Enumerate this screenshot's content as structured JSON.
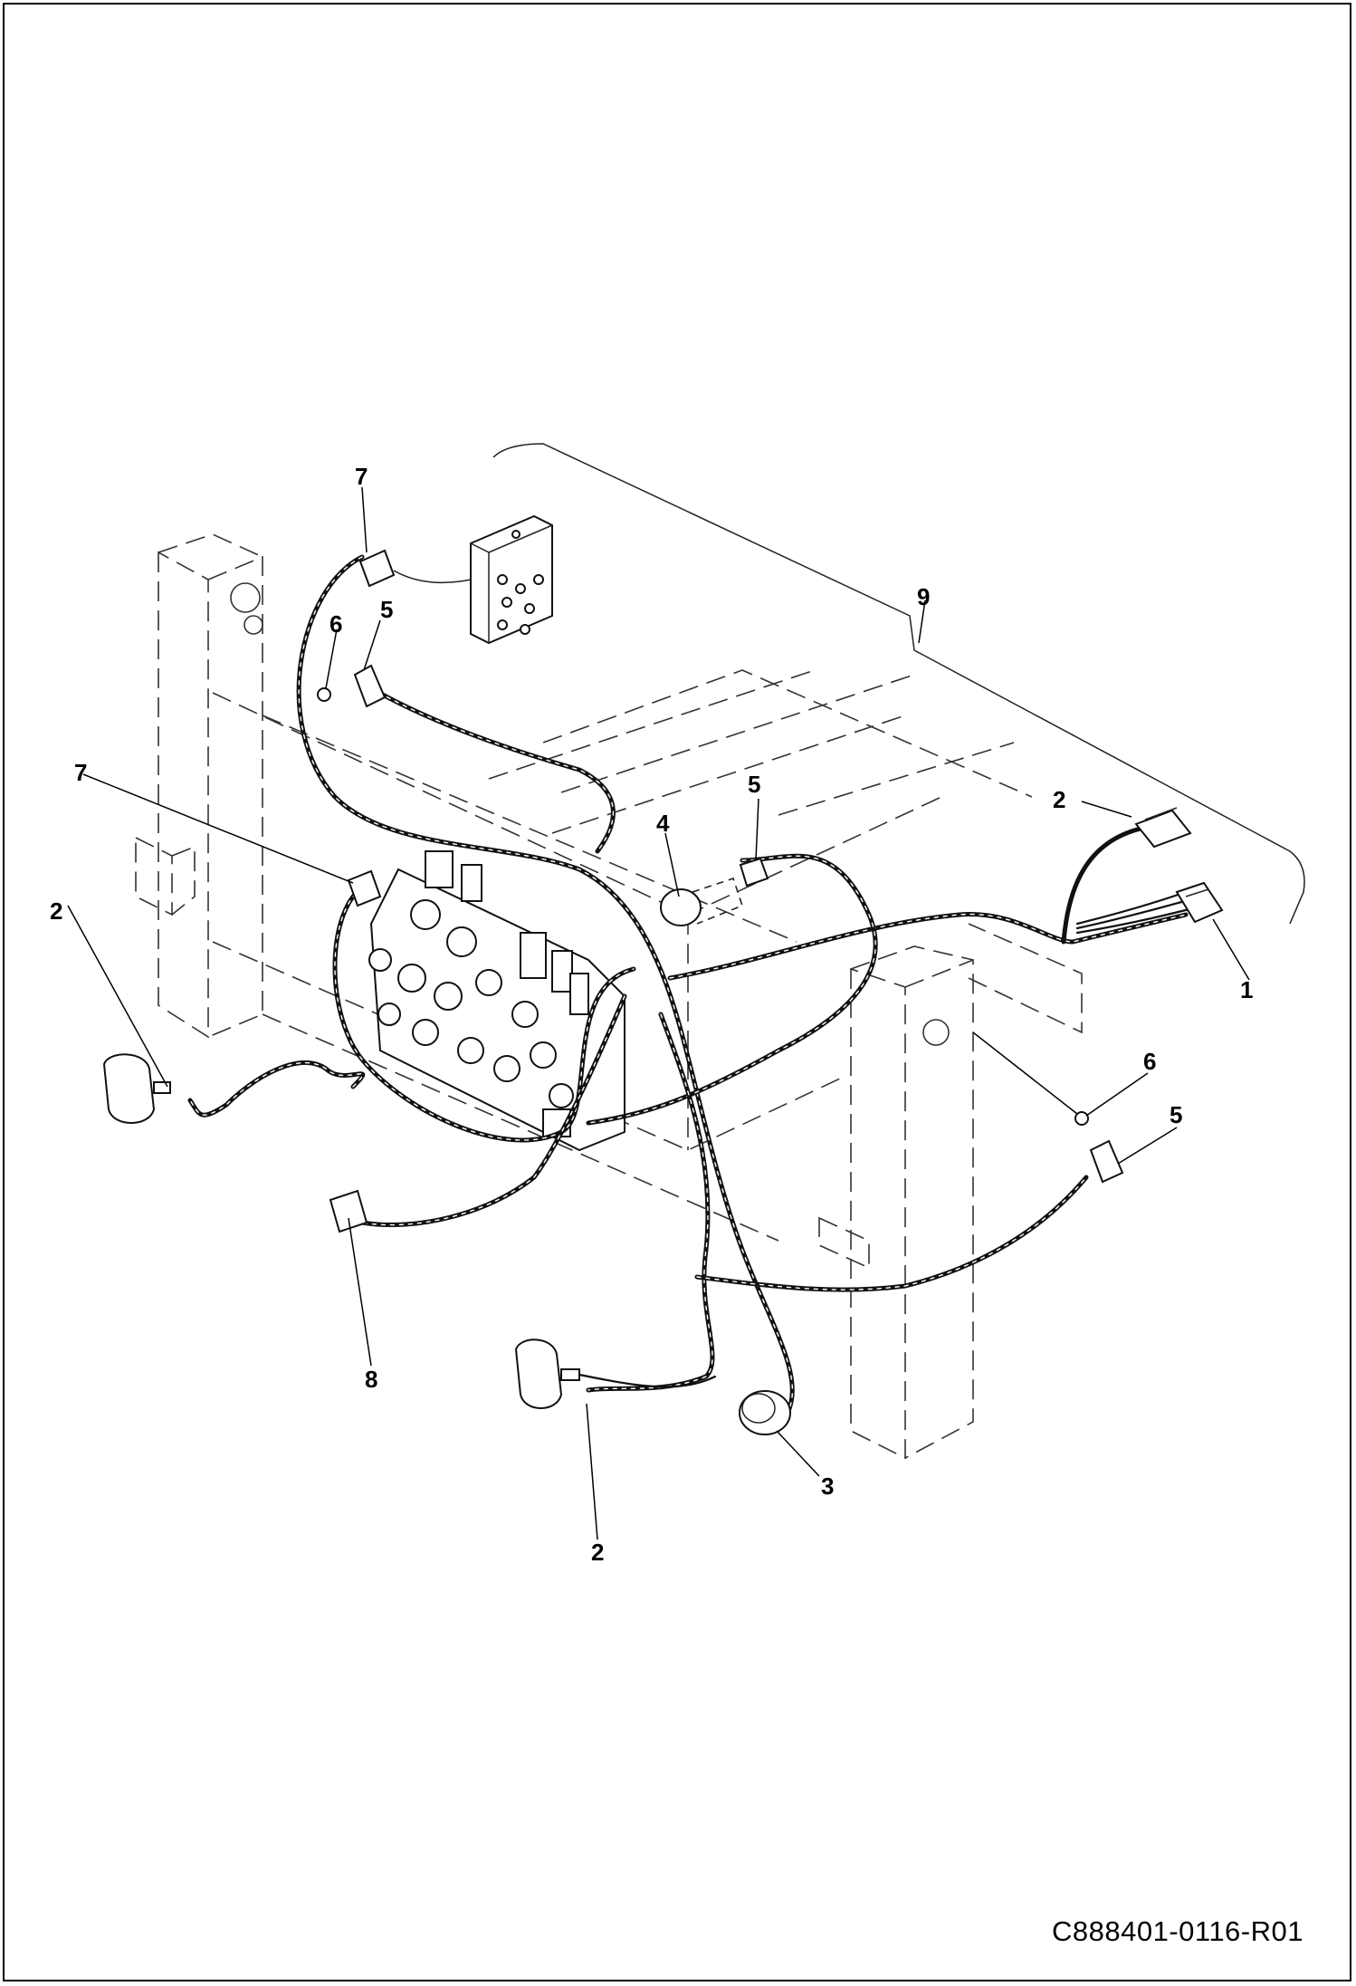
{
  "drawing": {
    "number": "C888401-0116-R01"
  },
  "callouts": [
    {
      "id": "c1",
      "label": "1"
    },
    {
      "id": "c2a",
      "label": "2"
    },
    {
      "id": "c2b",
      "label": "2"
    },
    {
      "id": "c2c",
      "label": "2"
    },
    {
      "id": "c3",
      "label": "3"
    },
    {
      "id": "c4",
      "label": "4"
    },
    {
      "id": "c5a",
      "label": "5"
    },
    {
      "id": "c5b",
      "label": "5"
    },
    {
      "id": "c5c",
      "label": "5"
    },
    {
      "id": "c6a",
      "label": "6"
    },
    {
      "id": "c6b",
      "label": "6"
    },
    {
      "id": "c7a",
      "label": "7"
    },
    {
      "id": "c7b",
      "label": "7"
    },
    {
      "id": "c8",
      "label": "8"
    },
    {
      "id": "c9",
      "label": "9"
    }
  ]
}
